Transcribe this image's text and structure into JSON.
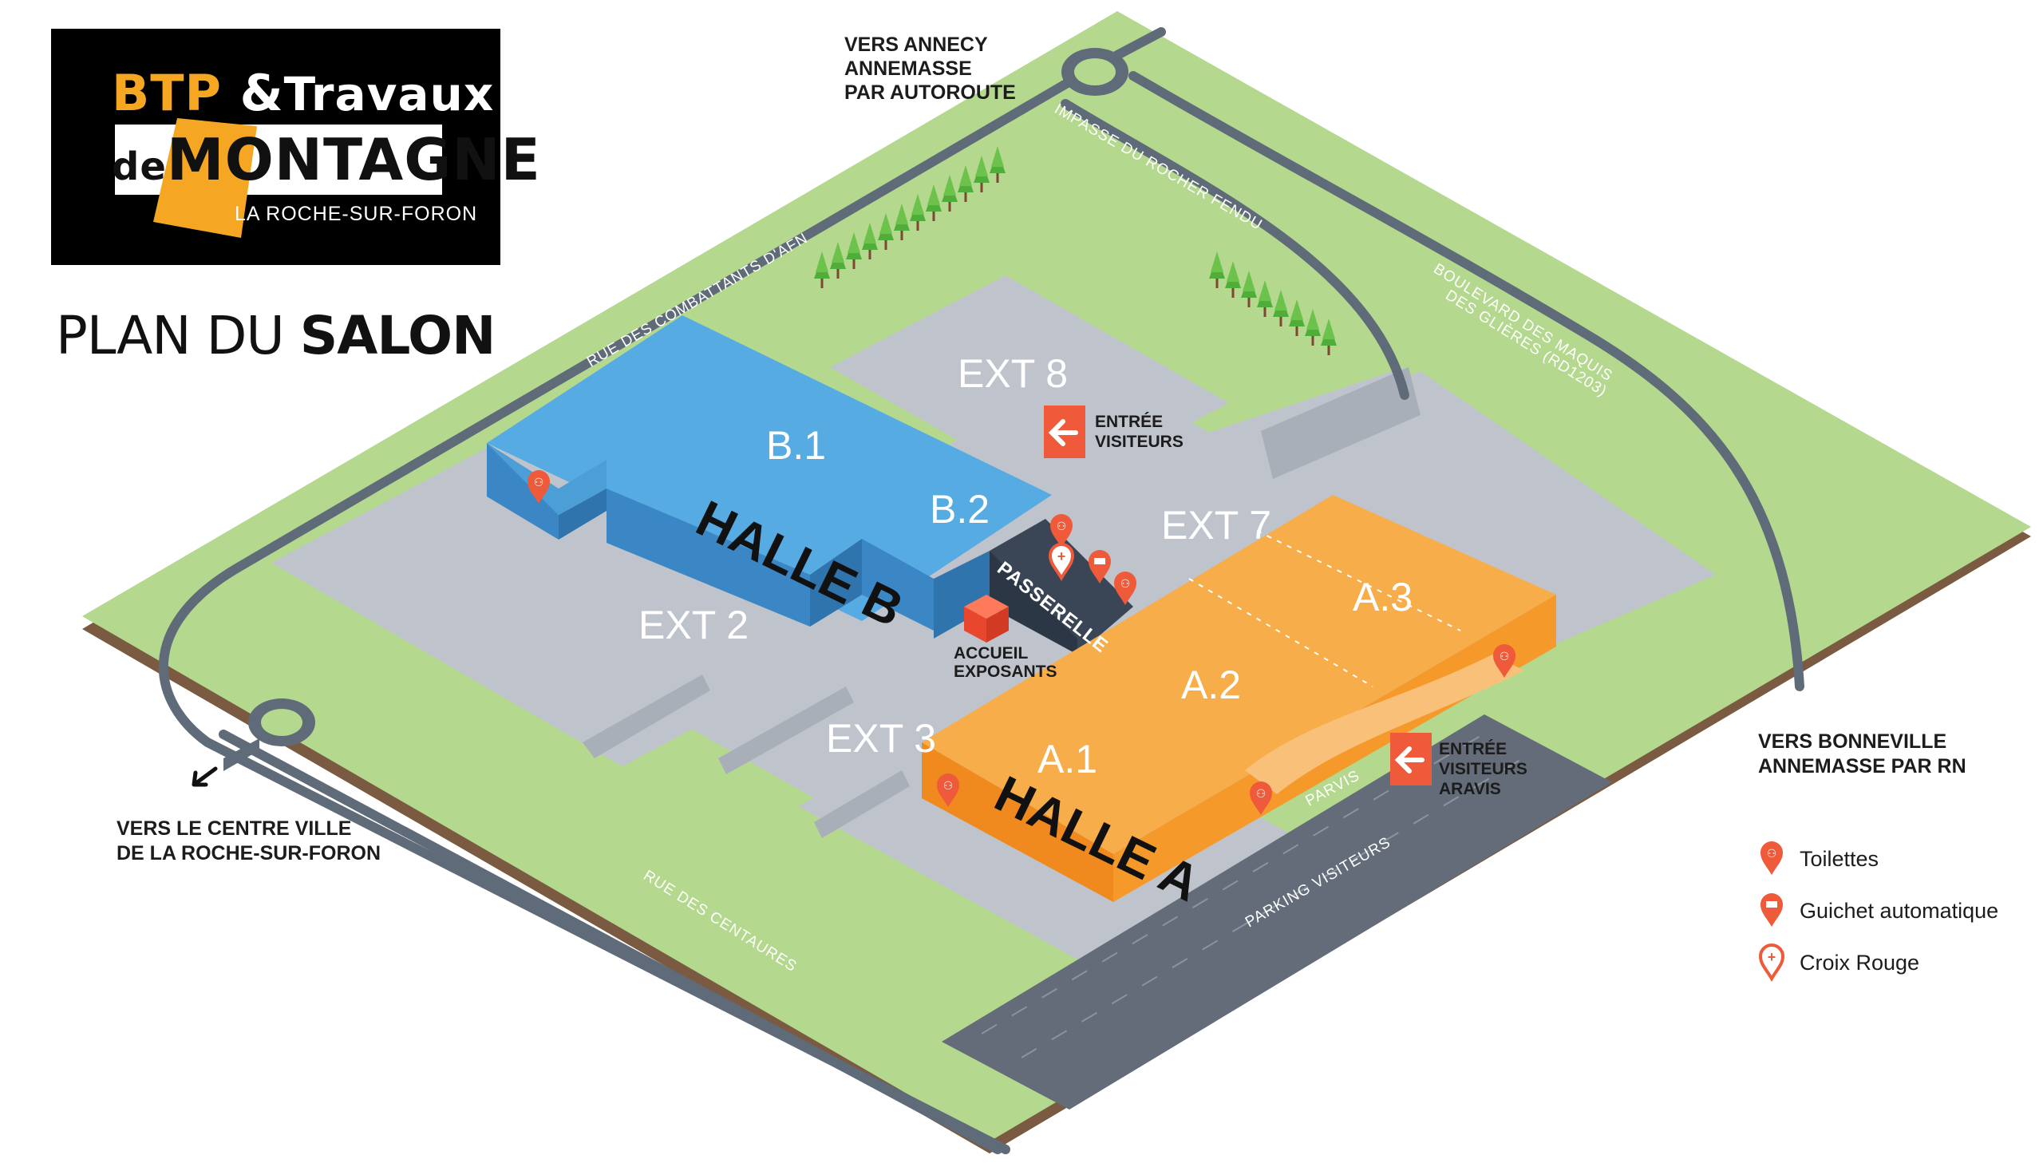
{
  "logo": {
    "line1_a": "BTP",
    "line1_amp": "&",
    "line1_b": "Travaux",
    "line2_a": "de",
    "line2_b": "MONTAGNE",
    "line3": "LA ROCHE-SUR-FORON"
  },
  "title": {
    "light": "PLAN DU",
    "bold": "SALON"
  },
  "zones": {
    "ext8": "EXT 8",
    "ext7": "EXT 7",
    "ext2": "EXT 2",
    "ext3": "EXT 3",
    "b1": "B.1",
    "b2": "B.2",
    "a1": "A.1",
    "a2": "A.2",
    "a3": "A.3",
    "halle_b": "HALLE B",
    "halle_a": "HALLE A",
    "passerelle": "PASSERELLE"
  },
  "labels": {
    "accueil_1": "ACCUEIL",
    "accueil_2": "EXPOSANTS",
    "entree_1": "ENTRÉE",
    "entree_2": "VISITEURS",
    "aravis_1": "ENTRÉE",
    "aravis_2": "VISITEURS",
    "aravis_3": "ARAVIS",
    "parvis": "PARVIS",
    "parking": "PARKING VISITEURS"
  },
  "streets": {
    "combattants": "RUE DES COMBATTANTS D'AFN",
    "impasse": "IMPASSE DU ROCHER FENDU",
    "boulevard_1": "BOULEVARD DES MAQUIS",
    "boulevard_2": "DES GLIÈRES (RD1203)",
    "centaures": "RUE DES CENTAURES"
  },
  "directions": {
    "annecy_1": "VERS ANNECY",
    "annecy_2": "ANNEMASSE",
    "annecy_3": "PAR AUTOROUTE",
    "bonneville_1": "VERS BONNEVILLE",
    "bonneville_2": "ANNEMASSE PAR RN",
    "centre_1": "VERS LE CENTRE VILLE",
    "centre_2": "DE LA ROCHE-SUR-FORON"
  },
  "legend": [
    {
      "icon": "toilets-pin-icon",
      "label": "Toilettes"
    },
    {
      "icon": "atm-pin-icon",
      "label": "Guichet automatique"
    },
    {
      "icon": "red-cross-pin-icon",
      "label": "Croix Rouge"
    }
  ],
  "colors": {
    "grass": "#b3d88e",
    "grass_edge": "#7a5a40",
    "lot": "#bfc4cc",
    "road": "#5f6b78",
    "parking": "#636c78",
    "hall_b": "#56abe2",
    "hall_b_side": "#3b86c4",
    "hall_a": "#f7ad4a",
    "hall_a_side": "#f08a1f",
    "passerelle": "#3a4656",
    "pin": "#ee5a3a",
    "accent": "#f5a623"
  }
}
